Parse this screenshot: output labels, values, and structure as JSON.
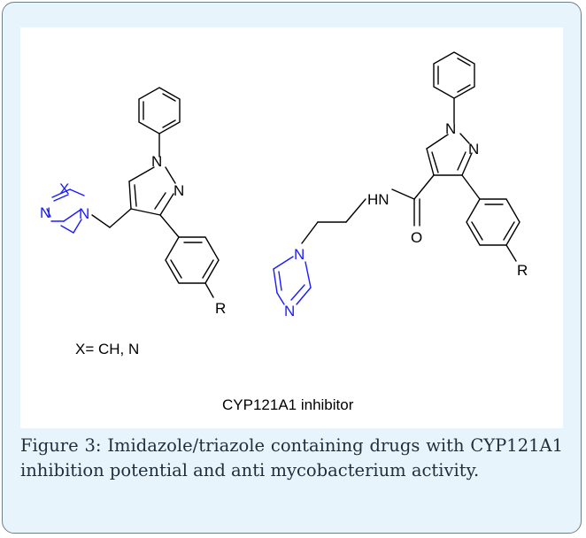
{
  "figure": {
    "caption": "Figure 3: Imidazole/triazole containing drugs with CYP121A1 inhibition potential and anti mycobacterium activity.",
    "colors": {
      "panel_background": "#e8f4fb",
      "border": "#6f7f8a",
      "caption_text": "#1f2f3a",
      "bond": "#000000",
      "heterocycle": "#1a1aff"
    },
    "structures": {
      "left": {
        "atom_n1": "N",
        "atom_n2": "N",
        "het_x": "X",
        "het_n_ring": "N",
        "het_n_link": "N",
        "r_group": "R",
        "x_definition": "X= CH, N"
      },
      "right": {
        "atom_n1": "N",
        "atom_n2": "N",
        "amide_nh": "HN",
        "carbonyl_o": "O",
        "imidazole_n1": "N",
        "imidazole_n3": "N",
        "r_group": "R"
      }
    },
    "structure_label": "CYP121A1 inhibitor"
  }
}
